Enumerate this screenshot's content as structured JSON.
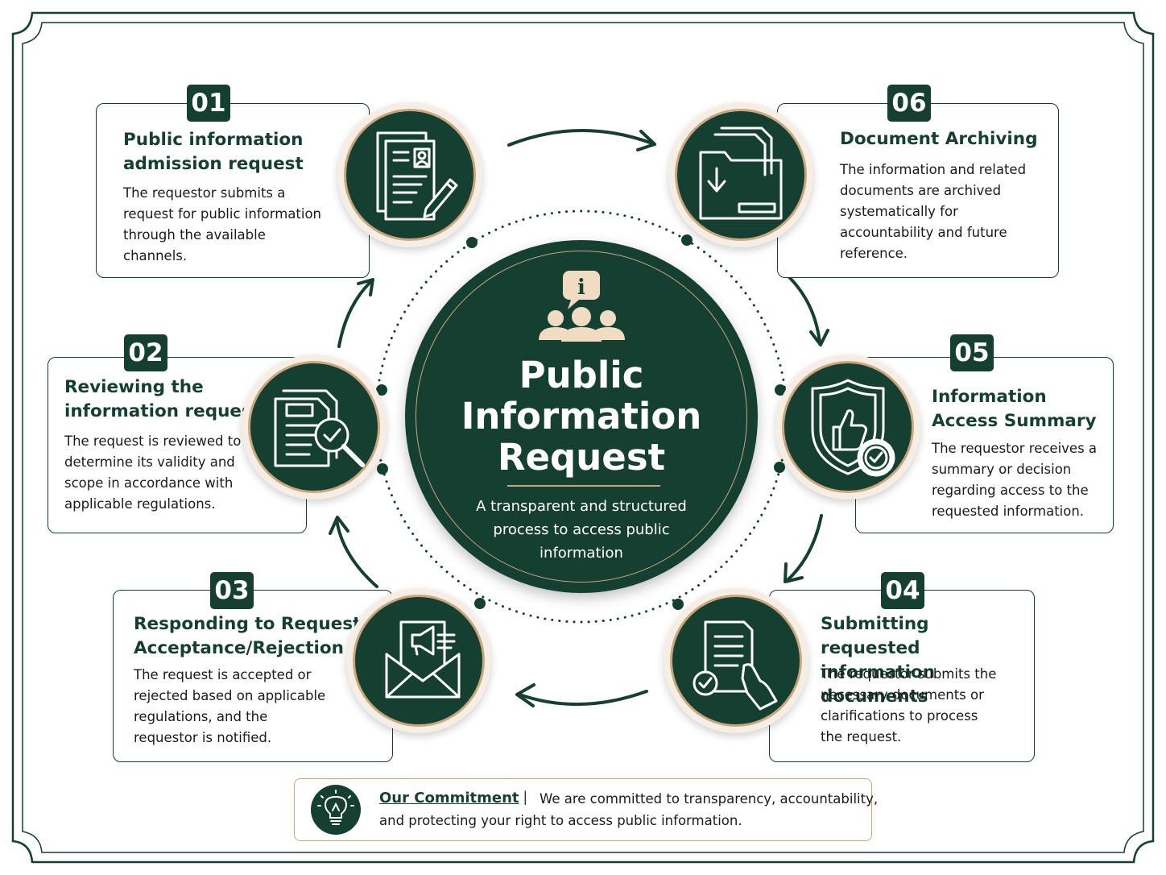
{
  "hub": {
    "title": "Public\nInformation\nRequest",
    "subtitle": "A transparent and structured\nprocess to access public\ninformation"
  },
  "steps": [
    {
      "number": "01",
      "title": "Public information\nadmission request",
      "text": "The requestor submits a\nrequest for public information\nthrough the available\nchannels.",
      "icon": "document-form-pen-icon"
    },
    {
      "number": "02",
      "title": "Reviewing the\ninformation request",
      "text": "The request is reviewed to\ndetermine its validity and\nscope in accordance with\napplicable regulations.",
      "icon": "document-magnifier-check-icon"
    },
    {
      "number": "03",
      "title": "Responding to Requests:\nAcceptance/Rejection",
      "text": "The request is accepted or\nrejected based on applicable\nregulations, and the\nrequestor is notified.",
      "icon": "envelope-megaphone-icon"
    },
    {
      "number": "04",
      "title": "Submitting requested\ninformation documents",
      "text": "The requestor submits the\nnecessary documents or\nclarifications to process\nthe request.",
      "icon": "document-hand-check-icon"
    },
    {
      "number": "05",
      "title": "Information\nAccess Summary",
      "text": "The requestor receives a\nsummary or decision\nregarding access to the\nrequested information.",
      "icon": "shield-thumbs-up-gear-icon"
    },
    {
      "number": "06",
      "title": "Document Archiving",
      "text": "The information and related\ndocuments are archived\nsystematically for\naccountability and future\nreference.",
      "icon": "folder-archive-icon"
    }
  ],
  "commitment": {
    "title": "Our Commitment",
    "separator": "|",
    "text_line1": "We are committed to transparency, accountability,",
    "text_line2": "and protecting your right to access public information.",
    "icon": "lightbulb-icon"
  },
  "colors": {
    "primary": "#153f30",
    "accent": "#c8a77f",
    "background": "#ffffff"
  }
}
